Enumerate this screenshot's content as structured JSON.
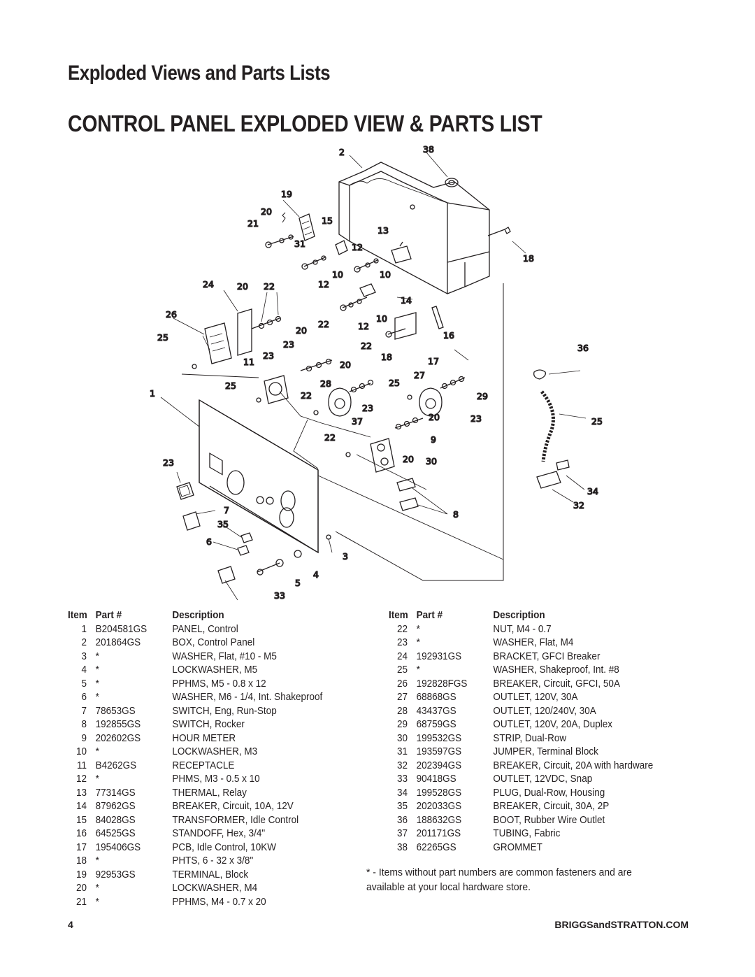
{
  "heading": "Exploded Views and Parts Lists",
  "subheading": "CONTROL PANEL EXPLODED VIEW & PARTS LIST",
  "table_headers": {
    "item": "Item",
    "part": "Part #",
    "description": "Description"
  },
  "parts_left": [
    {
      "item": "1",
      "part": "B204581GS",
      "desc": "PANEL, Control"
    },
    {
      "item": "2",
      "part": "201864GS",
      "desc": "BOX, Control Panel"
    },
    {
      "item": "3",
      "part": "*",
      "desc": "WASHER, Flat, #10 - M5"
    },
    {
      "item": "4",
      "part": "*",
      "desc": "LOCKWASHER, M5"
    },
    {
      "item": "5",
      "part": "*",
      "desc": "PPHMS, M5 - 0.8 x 12"
    },
    {
      "item": "6",
      "part": "*",
      "desc": "WASHER, M6 - 1/4, Int. Shakeproof"
    },
    {
      "item": "7",
      "part": "78653GS",
      "desc": "SWITCH, Eng, Run-Stop"
    },
    {
      "item": "8",
      "part": "192855GS",
      "desc": "SWITCH, Rocker"
    },
    {
      "item": "9",
      "part": "202602GS",
      "desc": "HOUR METER"
    },
    {
      "item": "10",
      "part": "*",
      "desc": "LOCKWASHER, M3"
    },
    {
      "item": "11",
      "part": "B4262GS",
      "desc": "RECEPTACLE"
    },
    {
      "item": "12",
      "part": "*",
      "desc": "PHMS, M3 - 0.5 x 10"
    },
    {
      "item": "13",
      "part": "77314GS",
      "desc": "THERMAL, Relay"
    },
    {
      "item": "14",
      "part": "87962GS",
      "desc": "BREAKER, Circuit, 10A, 12V"
    },
    {
      "item": "15",
      "part": "84028GS",
      "desc": "TRANSFORMER, Idle Control"
    },
    {
      "item": "16",
      "part": "64525GS",
      "desc": "STANDOFF, Hex, 3/4\""
    },
    {
      "item": "17",
      "part": "195406GS",
      "desc": "PCB, Idle Control, 10KW"
    },
    {
      "item": "18",
      "part": "*",
      "desc": "PHTS, 6 - 32 x 3/8\""
    },
    {
      "item": "19",
      "part": "92953GS",
      "desc": "TERMINAL, Block"
    },
    {
      "item": "20",
      "part": "*",
      "desc": "LOCKWASHER, M4"
    },
    {
      "item": "21",
      "part": "*",
      "desc": "PPHMS, M4 - 0.7 x 20"
    }
  ],
  "parts_right": [
    {
      "item": "22",
      "part": "*",
      "desc": "NUT, M4 - 0.7"
    },
    {
      "item": "23",
      "part": "*",
      "desc": "WASHER, Flat, M4"
    },
    {
      "item": "24",
      "part": "192931GS",
      "desc": "BRACKET, GFCI Breaker"
    },
    {
      "item": "25",
      "part": "*",
      "desc": "WASHER, Shakeproof, Int. #8"
    },
    {
      "item": "26",
      "part": "192828FGS",
      "desc": "BREAKER, Circuit, GFCI, 50A"
    },
    {
      "item": "27",
      "part": "68868GS",
      "desc": "OUTLET, 120V, 30A"
    },
    {
      "item": "28",
      "part": "43437GS",
      "desc": "OUTLET, 120/240V, 30A"
    },
    {
      "item": "29",
      "part": "68759GS",
      "desc": "OUTLET, 120V, 20A, Duplex"
    },
    {
      "item": "30",
      "part": "199532GS",
      "desc": "STRIP, Dual-Row"
    },
    {
      "item": "31",
      "part": "193597GS",
      "desc": "JUMPER, Terminal Block"
    },
    {
      "item": "32",
      "part": "202394GS",
      "desc": "BREAKER, Circuit, 20A with hardware"
    },
    {
      "item": "33",
      "part": "90418GS",
      "desc": "OUTLET, 12VDC, Snap"
    },
    {
      "item": "34",
      "part": "199528GS",
      "desc": "PLUG, Dual-Row, Housing"
    },
    {
      "item": "35",
      "part": "202033GS",
      "desc": "BREAKER, Circuit, 30A, 2P"
    },
    {
      "item": "36",
      "part": "188632GS",
      "desc": "BOOT, Rubber Wire Outlet"
    },
    {
      "item": "37",
      "part": "201171GS",
      "desc": "TUBING, Fabric"
    },
    {
      "item": "38",
      "part": "62265GS",
      "desc": "GROMMET"
    }
  ],
  "footnote": "* - Items without part numbers are common fasteners and are available at your local hardware store.",
  "diagram_callouts": [
    "2",
    "38",
    "19",
    "20",
    "21",
    "31",
    "15",
    "13",
    "12",
    "10",
    "10",
    "12",
    "18",
    "24",
    "20",
    "22",
    "14",
    "26",
    "10",
    "12",
    "16",
    "25",
    "20",
    "22",
    "23",
    "22",
    "36",
    "23",
    "11",
    "18",
    "17",
    "20",
    "27",
    "25",
    "28",
    "25",
    "1",
    "22",
    "29",
    "23",
    "20",
    "23",
    "37",
    "25",
    "22",
    "9",
    "23",
    "20",
    "30",
    "34",
    "32",
    "8",
    "7",
    "35",
    "6",
    "3",
    "4",
    "5",
    "33"
  ],
  "page_number": "4",
  "website": "BRIGGSandSTRATTON.COM"
}
